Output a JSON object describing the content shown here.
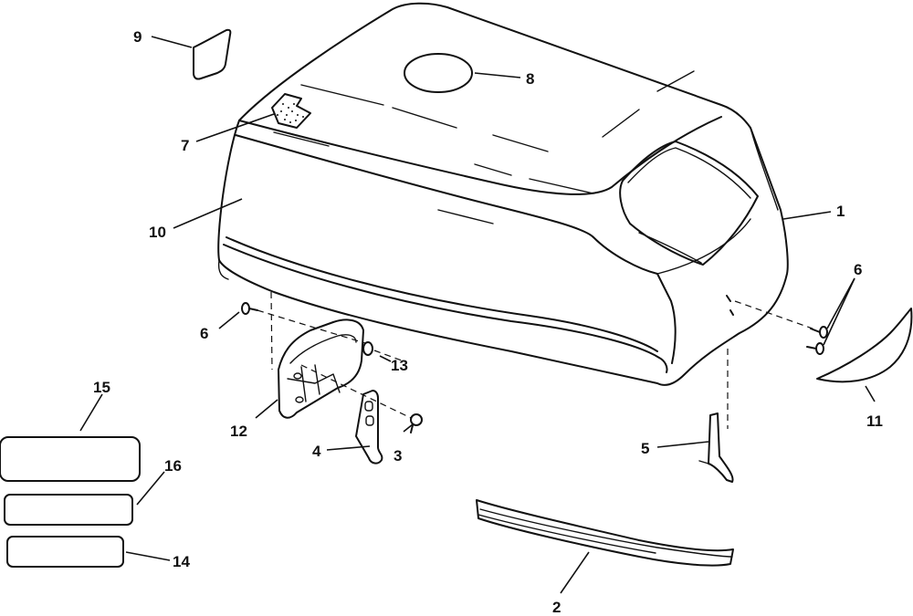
{
  "callouts": [
    {
      "id": "1",
      "text": "1"
    },
    {
      "id": "2",
      "text": "2"
    },
    {
      "id": "3",
      "text": "3"
    },
    {
      "id": "4",
      "text": "4"
    },
    {
      "id": "5",
      "text": "5"
    },
    {
      "id": "6a",
      "text": "6"
    },
    {
      "id": "6b",
      "text": "6"
    },
    {
      "id": "7",
      "text": "7"
    },
    {
      "id": "8",
      "text": "8"
    },
    {
      "id": "9",
      "text": "9"
    },
    {
      "id": "10",
      "text": "10"
    },
    {
      "id": "11",
      "text": "11"
    },
    {
      "id": "12",
      "text": "12"
    },
    {
      "id": "13",
      "text": "13"
    },
    {
      "id": "14",
      "text": "14"
    },
    {
      "id": "15",
      "text": "15"
    },
    {
      "id": "16",
      "text": "16"
    }
  ]
}
